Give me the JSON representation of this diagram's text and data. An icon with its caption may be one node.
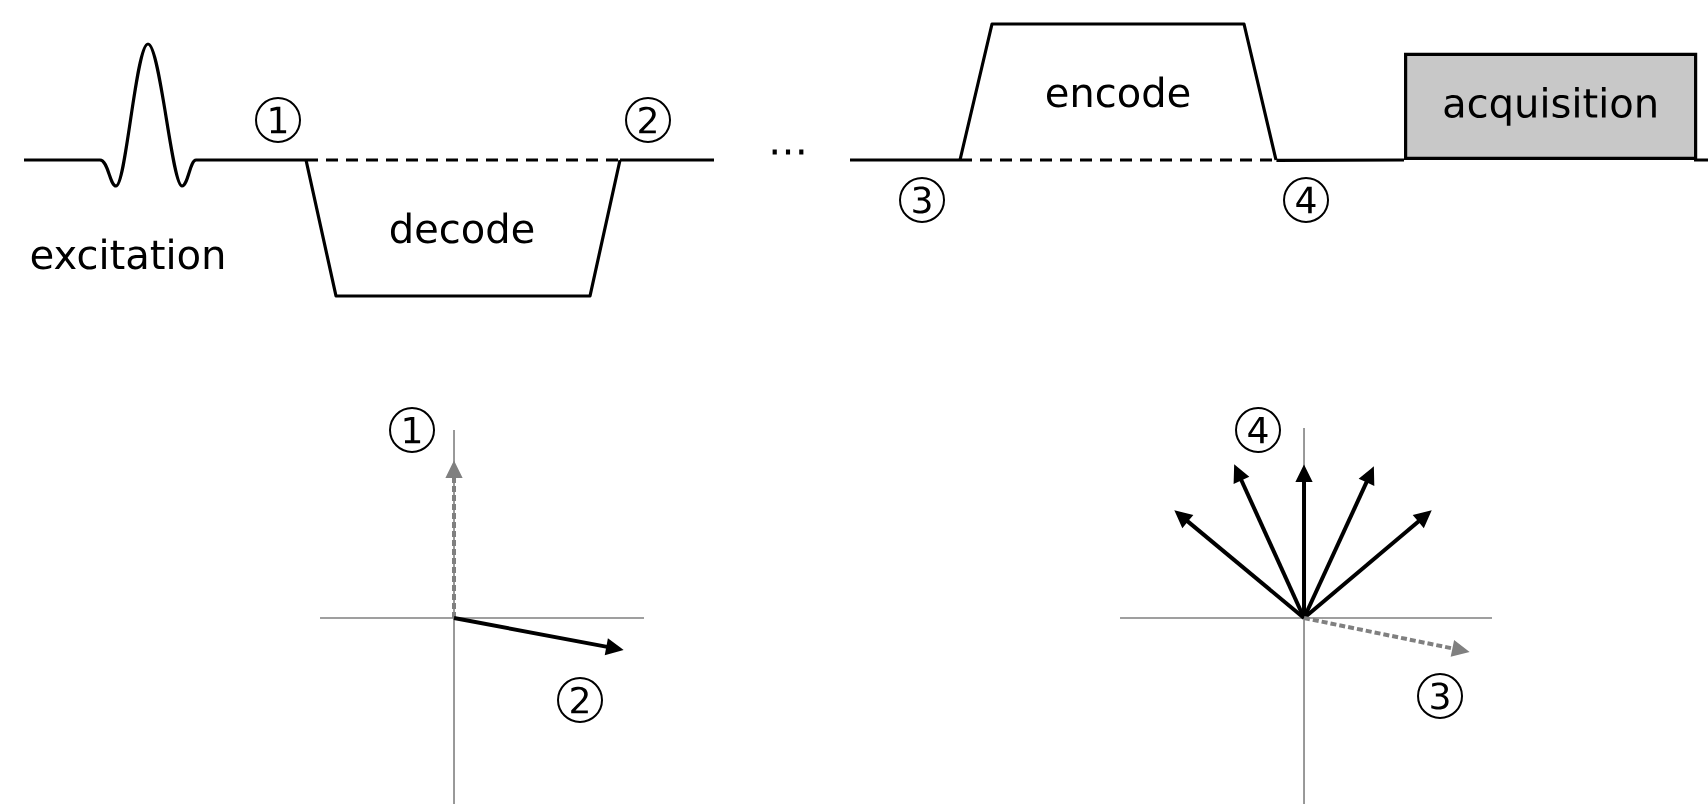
{
  "diagram": {
    "nodes": [
      {
        "text": [
          "decode"
        ]
      },
      {
        "text": [
          "encode"
        ]
      },
      {
        "text": [
          "acquisition"
        ]
      }
    ],
    "edges": [
      {
        "from": 1,
        "to": 2,
        "arrow": "none"
      }
    ],
    "labels": [
      "excitation",
      "1",
      "2",
      "…",
      "3",
      "4",
      "1",
      "2",
      "4",
      "3"
    ]
  }
}
